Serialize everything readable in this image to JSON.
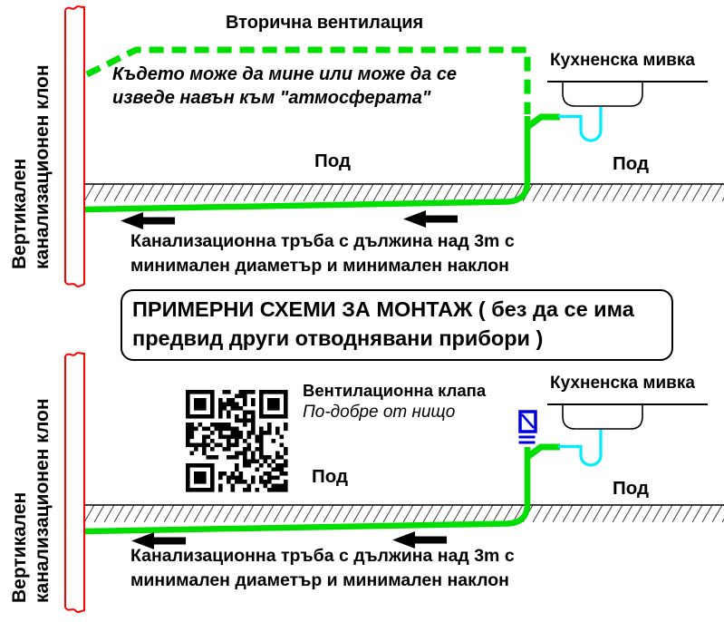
{
  "colors": {
    "bg": "#ffffff",
    "pipe-green": "#00dd00",
    "pipe-red": "#ff0000",
    "trap-cyan": "#00eeff",
    "valve-blue": "#0000dd",
    "ink": "#000000",
    "hatch-gray": "#3a3a3a"
  },
  "scheme1": {
    "riser_label_line1": "Вертикален",
    "riser_label_line2": "канализационен клон",
    "vent_title": "Вторична вентилация",
    "vent_note_line1": "Където може да мине или може да се",
    "vent_note_line2": "изведе навън към \"атмосферата\"",
    "sink_label": "Кухненска мивка",
    "floor_label_left": "Под",
    "floor_label_right": "Под",
    "pipe_caption_line1": "Канализационна тръба с дължина над 3m с",
    "pipe_caption_line2": "минимален диаметър и минимален наклон"
  },
  "title_box": {
    "line1": "ПРИМЕРНИ СХЕМИ ЗА МОНТАЖ ( без да се има",
    "line2": "предвид други отводнявани прибори )"
  },
  "scheme2": {
    "riser_label_line1": "Вертикален",
    "riser_label_line2": "канализационен клон",
    "valve_title": "Вентилационна клапа",
    "valve_note": "По-добре от нищо",
    "sink_label": "Кухненска мивка",
    "floor_label_left": "Под",
    "floor_label_right": "Под",
    "pipe_caption_line1": "Канализационна тръба с дължина над 3m с",
    "pipe_caption_line2": "минимален диаметър и минимален наклон"
  }
}
